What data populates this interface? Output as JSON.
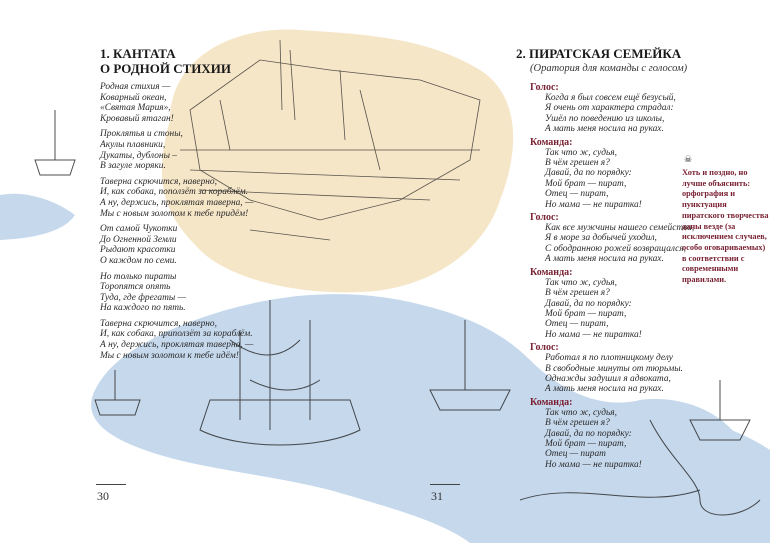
{
  "colors": {
    "accent": "#7a2233",
    "sand": "#f6e6c8",
    "sea": "#c5d8ec"
  },
  "left": {
    "title_line1": "1. КАНТАТА",
    "title_line2": "О РОДНОЙ СТИХИИ",
    "stanzas": [
      [
        "Родная стихия —",
        "Коварный океан,",
        "«Святая Мария»,",
        "Кровавый ятаган!"
      ],
      [
        "Проклятья и стоны,",
        "Акулы плавники,",
        "Дукаты, дублоны –",
        "В загуле моряки."
      ],
      [
        "Таверна скрючится, наверно,",
        "И, как собака, поползёт за кораблём.",
        "А ну, держись, проклятая таверна, —",
        "Мы с новым золотом к тебе придём!"
      ],
      [
        "От самой Чукотки",
        "До Огненной Земли",
        "Рыдают красотки",
        "О каждом по семи."
      ],
      [
        "Но только пираты",
        "Торопятся опять",
        "Туда, где фрегаты —",
        "На каждого по пять."
      ],
      [
        "Таверна скрючится, наверно,",
        "И, как собака, приползёт за кораблём.",
        "А ну, держись, проклятая таверна, —",
        "Мы с новым золотом к тебе идём!"
      ]
    ],
    "page_number": "30"
  },
  "right": {
    "title": "2. ПИРАТСКАЯ СЕМЕЙКА",
    "subtitle": "(Оратория для команды с голосом)",
    "blocks": [
      {
        "role": "Голос:",
        "lines": [
          "Когда я был совсем ещё безусый,",
          "Я очень от характера страдал:",
          "Ушёл по поведению из школы,",
          "А мать меня носила на руках."
        ]
      },
      {
        "role": "Команда:",
        "lines": [
          "Так что ж, судья,",
          "В чём грешен я?",
          "Давай, да по порядку:",
          "Мой брат — пират,",
          "Отец — пират,",
          "Но мама — не пиратка!"
        ]
      },
      {
        "role": "Голос:",
        "lines": [
          "Как все мужчины нашего семейства,",
          "Я в море за добычей уходил,",
          "С ободранною рожей возвращался,",
          "А мать меня носила на руках."
        ]
      },
      {
        "role": "Команда:",
        "lines": [
          "Так что ж, судья,",
          "В чём грешен я?",
          "Давай, да по порядку:",
          "Мой брат — пират,",
          "Отец — пират,",
          "Но мама — не пиратка!"
        ]
      },
      {
        "role": "Голос:",
        "lines": [
          "Работал я по плотницкому делу",
          "В свободные минуты от тюрьмы.",
          "Однажды задушил я адвоката,",
          "А мать меня носила на руках."
        ]
      },
      {
        "role": "Команда:",
        "lines": [
          "Так что ж, судья,",
          "В чём грешен я?",
          "Давай, да по порядку:",
          "Мой брат — пират,",
          "Отец — пират",
          "Но мама — не пиратка!"
        ]
      }
    ],
    "note": "Хоть и поздно, но лучше объяснить: орфография и пунктуация пиратского творчества даны везде (за исключением случаев, особо оговариваемых) в соответствии с современными правилами.",
    "page_number": "31"
  }
}
